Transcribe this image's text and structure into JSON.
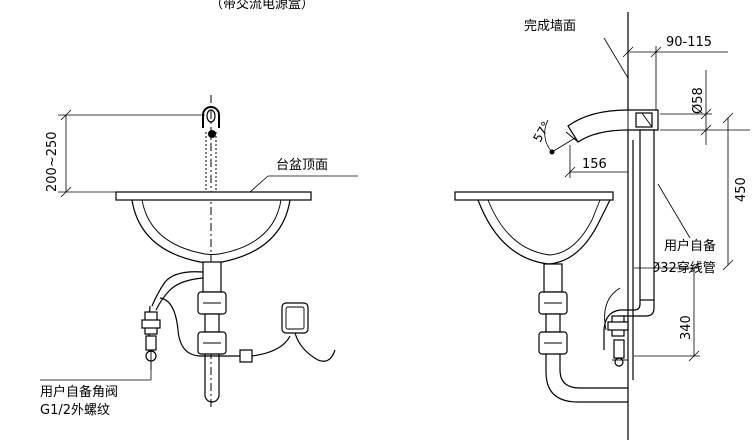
{
  "header_partial": "（带交流电源盒）",
  "left_view": {
    "dim_height": "200~250",
    "label_basin_top": "台盆顶面",
    "label_angle_valve_line1": "用户自备角阀",
    "label_angle_valve_line2": "G1/2外螺纹"
  },
  "right_view": {
    "label_wall": "完成墙面",
    "dim_wall_offset": "90-115",
    "dim_diameter": "Ø58",
    "dim_angle": "57°",
    "dim_projection": "156",
    "dim_height_450": "450",
    "dim_height_340": "340",
    "label_conduit_line1": "用户自备",
    "label_conduit_line2": "Ø32穿线管"
  }
}
